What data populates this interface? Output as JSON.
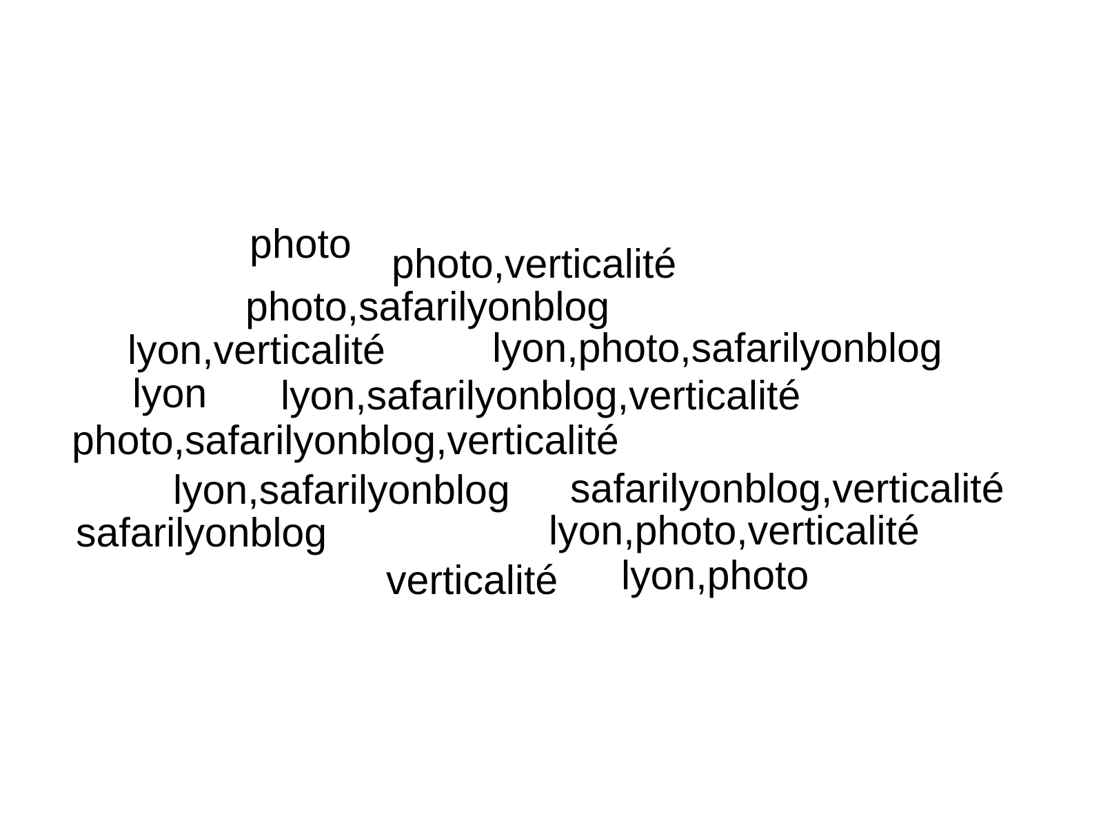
{
  "word_cloud": {
    "words": [
      "photo",
      "photo,verticalité",
      "photo,safarilyonblog",
      "lyon,verticalité",
      "lyon,photo,safarilyonblog",
      "lyon",
      "lyon,safarilyonblog,verticalité",
      "photo,safarilyonblog,verticalité",
      "lyon,safarilyonblog",
      "safarilyonblog,verticalité",
      "safarilyonblog",
      "lyon,photo,verticalité",
      "verticalité",
      "lyon,photo"
    ],
    "text_color": "#000000",
    "background_color": "#ffffff"
  }
}
